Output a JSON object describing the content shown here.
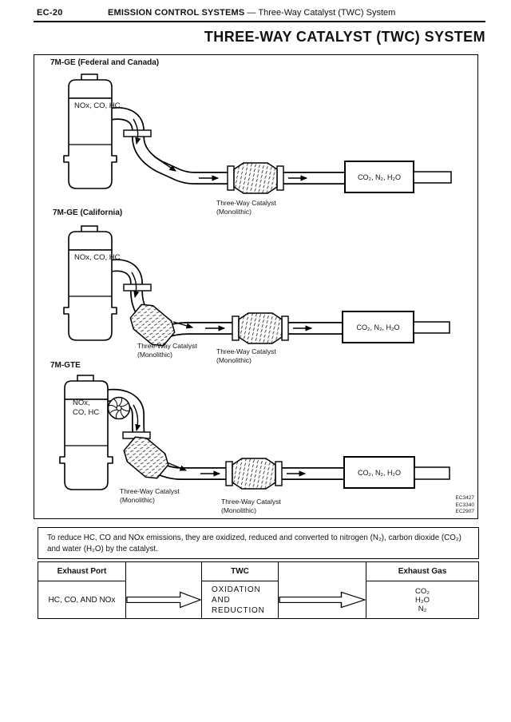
{
  "header": {
    "page_number": "EC-20",
    "section": "EMISSION CONTROL SYSTEMS",
    "subsection": "— Three-Way Catalyst (TWC) System",
    "title": "THREE-WAY CATALYST (TWC) SYSTEM"
  },
  "figure": {
    "diagrams": [
      {
        "variant": "7M-GE (Federal and Canada)",
        "engine_gases": "NOx, CO, HC",
        "catalyst1_line1": "Three-Way Catalyst",
        "catalyst1_line2": "(Monolithic)",
        "muffler_gases": "CO₂, N₂, H₂O"
      },
      {
        "variant": "7M-GE (California)",
        "engine_gases": "NOx, CO, HC",
        "catalyst1_line1": "Three-Way Catalyst",
        "catalyst1_line2": "(Monolithic)",
        "catalyst2_line1": "Three-Way Catalyst",
        "catalyst2_line2": "(Monolithic)",
        "muffler_gases": "CO₂, N₂, H₂O"
      },
      {
        "variant": "7M-GTE",
        "engine_gases_line1": "NOx,",
        "engine_gases_line2": "CO, HC",
        "catalyst1_line1": "Three-Way Catalyst",
        "catalyst1_line2": "(Monolithic)",
        "catalyst2_line1": "Three-Way Catalyst",
        "catalyst2_line2": "(Monolithic)",
        "muffler_gases": "CO₂, N₂, H₂O"
      }
    ],
    "codes": [
      "EC3427",
      "EC3340",
      "EC2907"
    ]
  },
  "note": {
    "text": "To reduce HC, CO and NOx emissions, they are oxidized, reduced and converted to nitrogen (N₂), carbon dioxide (CO₂) and water (H₂O) by the catalyst."
  },
  "flow_table": {
    "exhaust_port": {
      "header": "Exhaust Port",
      "body": "HC, CO, AND NOx"
    },
    "twc": {
      "header": "TWC",
      "body_line1": "OXIDATION AND",
      "body_line2": "REDUCTION"
    },
    "exhaust_gas": {
      "header": "Exhaust Gas",
      "gas1": "CO₂",
      "gas2": "H₂O",
      "gas3": "N₂"
    }
  }
}
